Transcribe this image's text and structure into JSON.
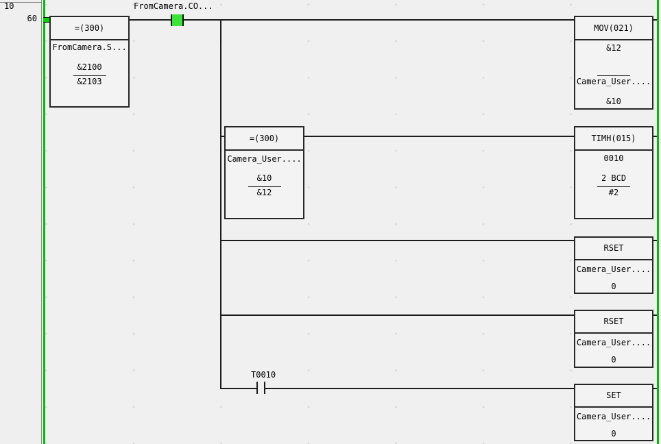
{
  "window": {
    "app": "PLC ladder editor",
    "background": "#f0f0f0"
  },
  "colors": {
    "power_flow_green": "#00d400",
    "bus_bar_green": "#00bf00",
    "contact_highlight": "#3ae43a",
    "wire_black": "#1c1c1c",
    "canvas_bg": "#f0f0f0"
  },
  "margin": {
    "rung_number": "10",
    "step_number": "60"
  },
  "ladder": {
    "compare1": {
      "title": "=(300)",
      "symbol": "FromCamera.S...",
      "operand1": "&2100",
      "operand2": "&2103"
    },
    "contact1": {
      "label": "FromCamera.CO...",
      "type": "normally-open",
      "state": "energized"
    },
    "mov": {
      "title": "MOV(021)",
      "source": "&12",
      "dest_symbol": "Camera_User....",
      "dest_value": "&10"
    },
    "compare2": {
      "title": "=(300)",
      "symbol": "Camera_User....",
      "operand1": "&10",
      "operand2": "&12"
    },
    "timh": {
      "title": "TIMH(015)",
      "timer_number": "0010",
      "format": "2 BCD",
      "set_value": "#2"
    },
    "rset1": {
      "title": "RSET",
      "symbol": "Camera_User....",
      "bit": "0"
    },
    "rset2": {
      "title": "RSET",
      "symbol": "Camera_User....",
      "bit": "0"
    },
    "contact2": {
      "label": "T0010",
      "type": "normally-open"
    },
    "set": {
      "title": "SET",
      "symbol": "Camera_User....",
      "bit": "0"
    }
  }
}
